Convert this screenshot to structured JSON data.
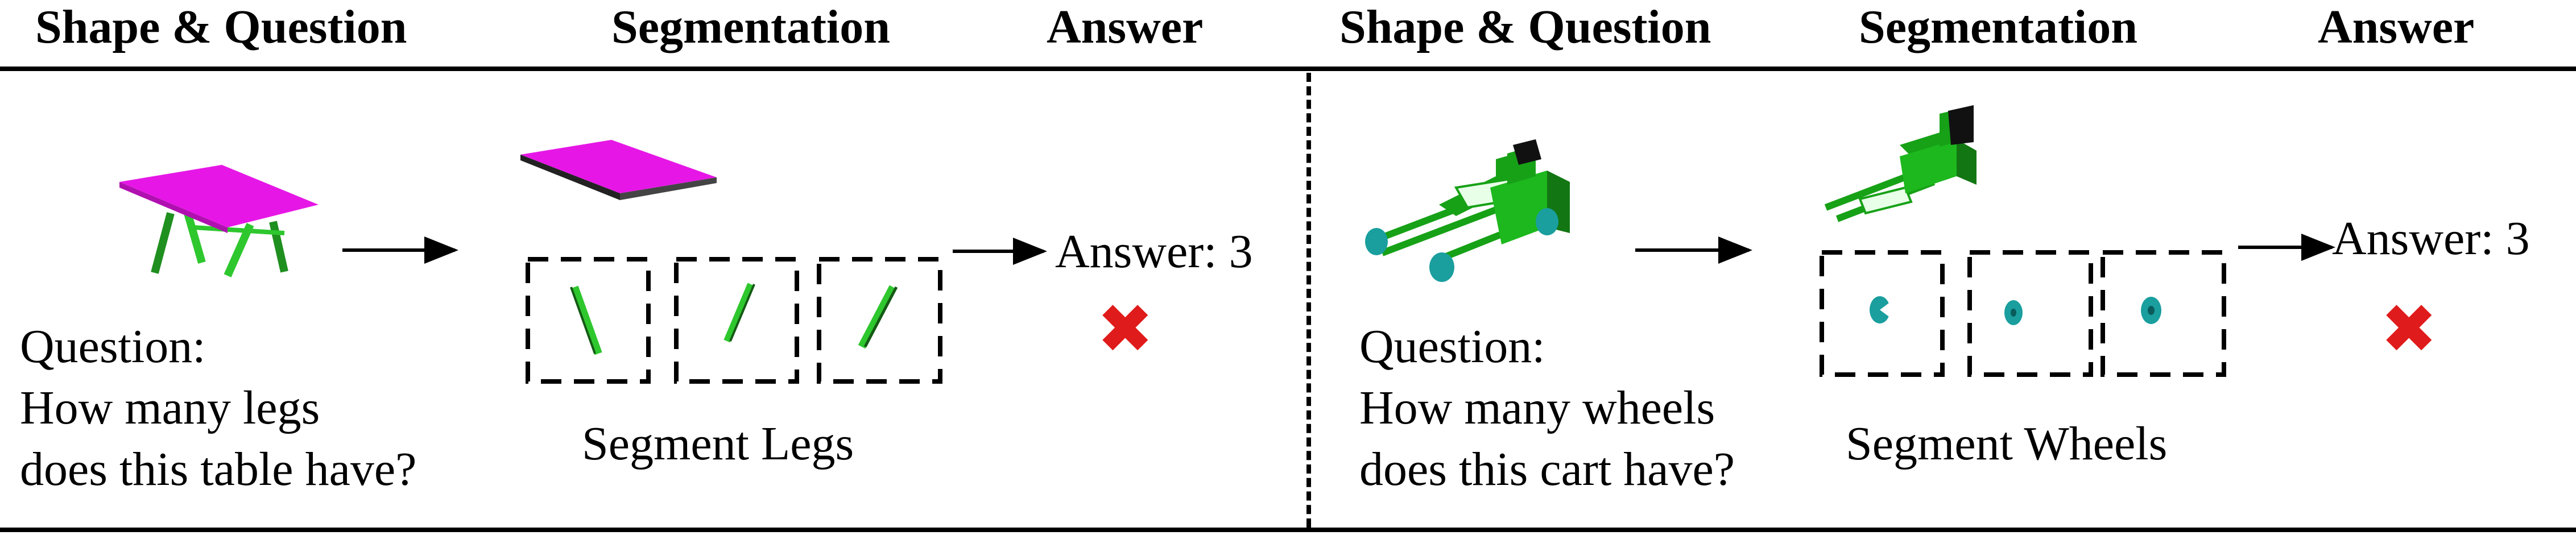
{
  "left": {
    "header_shape_question": "Shape & Question",
    "header_segmentation": "Segmentation",
    "header_answer": "Answer",
    "question_label": "Question:",
    "question_line1": "How many legs",
    "question_line2": "does this table have?",
    "segment_caption": "Segment Legs",
    "answer_text": "Answer: 3",
    "result_mark": "✖",
    "shape_icon": "table-3d-icon",
    "part_icon": "leg-3d-icon"
  },
  "right": {
    "header_shape_question": "Shape & Question",
    "header_segmentation": "Segmentation",
    "header_answer": "Answer",
    "question_label": "Question:",
    "question_line1": "How many wheels",
    "question_line2": "does this cart have?",
    "segment_caption": "Segment Wheels",
    "answer_text": "Answer: 3",
    "result_mark": "✖",
    "shape_icon": "cart-3d-icon",
    "part_icon": "wheel-3d-icon"
  },
  "colors": {
    "table_top": "#e617e6",
    "leg_green": "#2ec72e",
    "cart_green": "#17a117",
    "wheel_teal": "#1a9e9e",
    "wrong_mark": "#e01b1b"
  }
}
